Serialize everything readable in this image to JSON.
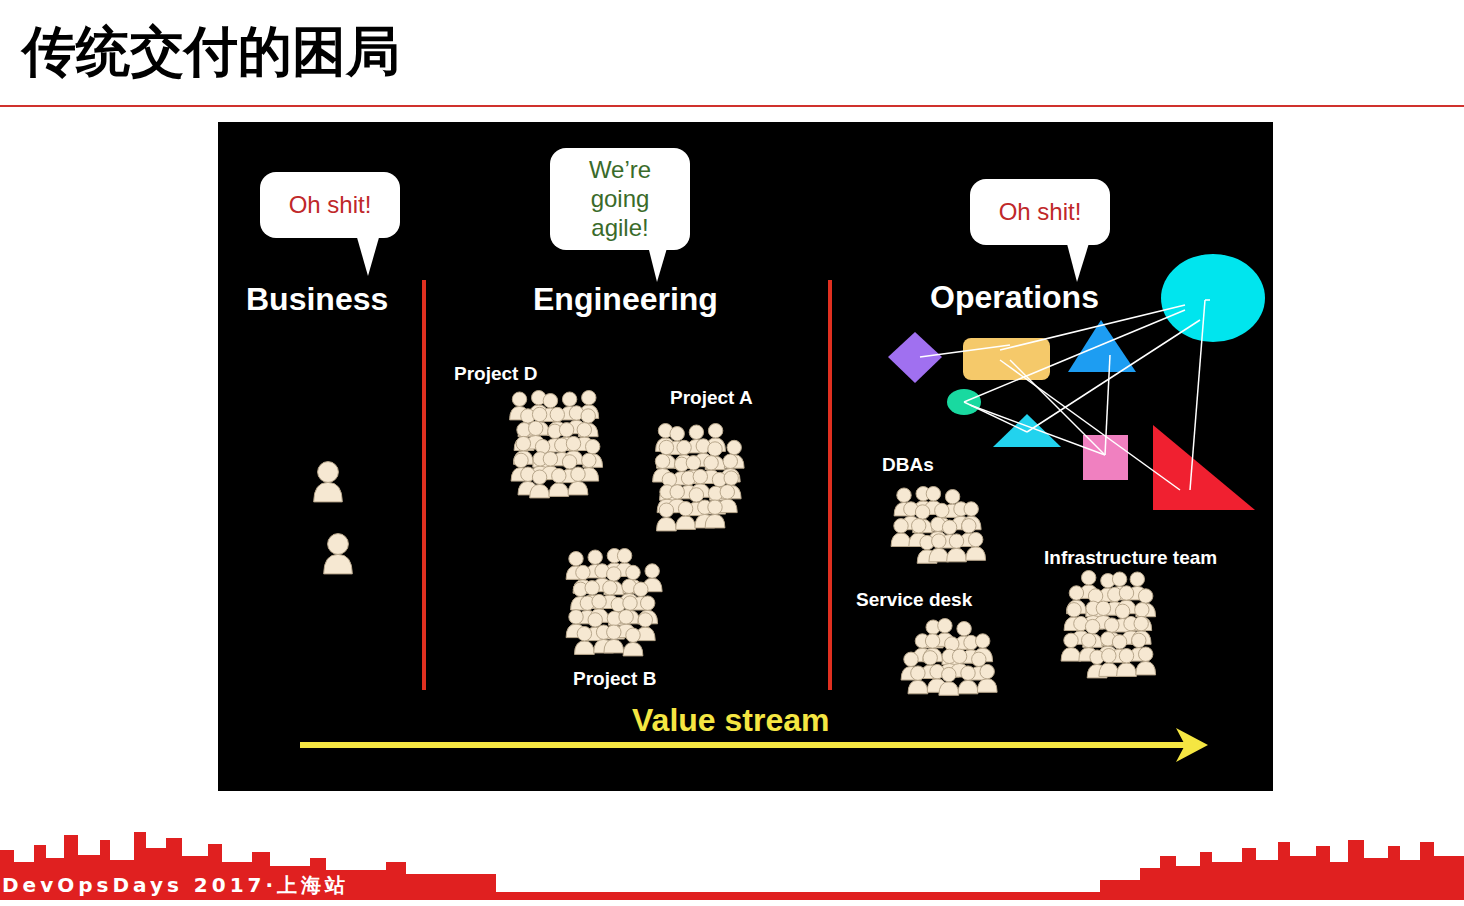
{
  "diagram": {
    "title": "传统交付的困局",
    "nodes": [
      {
        "text": [
          "Oh shit!"
        ]
      },
      {
        "text": [
          "We’re going agile!"
        ]
      },
      {
        "text": [
          "Oh shit!"
        ]
      }
    ],
    "labels": [
      "Business",
      "Engineering",
      "Operations",
      "Project D",
      "Project A",
      "Project B",
      "DBAs",
      "Service desk",
      "Infrastructure team",
      "Value stream",
      "DevOpsDays 2017·上海站"
    ]
  }
}
